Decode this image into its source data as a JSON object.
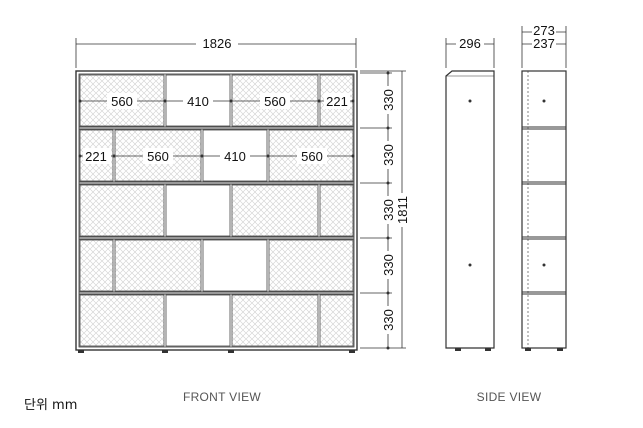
{
  "front": {
    "total_width": "1826",
    "total_height": "1811",
    "row_heights": [
      "330",
      "330",
      "330",
      "330",
      "330"
    ],
    "row1_widths": [
      "560",
      "410",
      "560",
      "221"
    ],
    "row2_widths": [
      "221",
      "560",
      "410",
      "560"
    ]
  },
  "side": {
    "width_front": "296",
    "width_outer": "273",
    "width_inner": "237"
  },
  "labels": {
    "front_view": "FRONT VIEW",
    "side_view": "SIDE VIEW",
    "unit": "단위 mm"
  }
}
